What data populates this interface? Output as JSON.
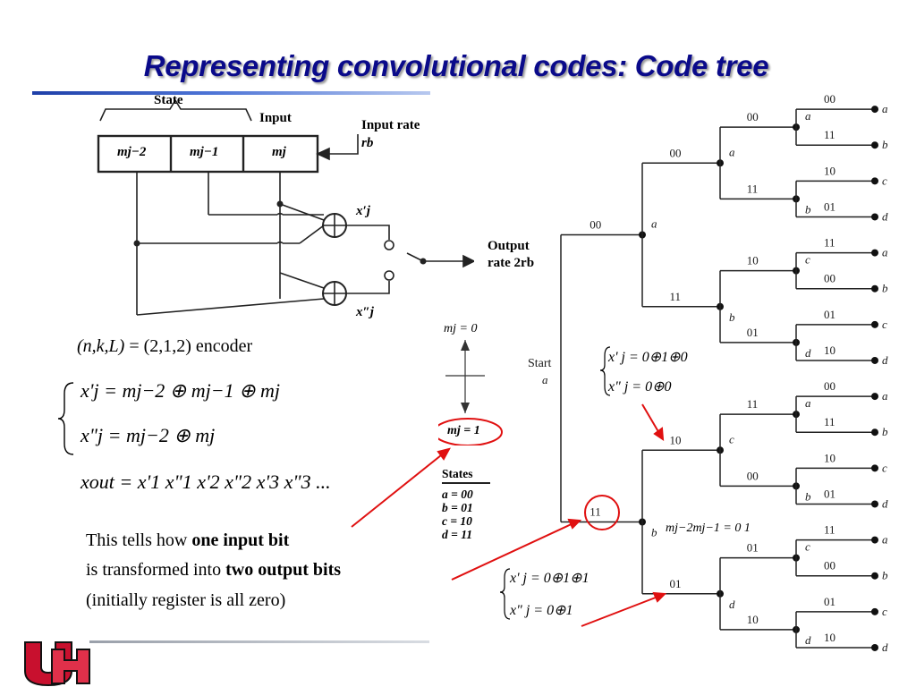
{
  "title": "Representing convolutional codes: Code tree",
  "encoder": {
    "state_label": "State",
    "input_label": "Input",
    "input_rate_label": "Input rate",
    "input_rate_symbol": "rb",
    "registers": [
      "mj−2",
      "mj−1",
      "mj"
    ],
    "out_top": "x′j",
    "out_bottom": "x″j",
    "output_label": "Output",
    "output_rate_label": "rate 2rb"
  },
  "equations": {
    "params_lhs": "(n,k,L)",
    "params_rhs": "= (2,1,2) encoder",
    "eq1_lhs": "x'j",
    "eq1_rhs": "= mj−2 ⊕ mj−1 ⊕ mj",
    "eq2_lhs": "x\"j",
    "eq2_rhs": "= mj−2 ⊕ mj",
    "eq3": "xout = x'1 x\"1 x'2 x\"2 x'3 x\"3 ..."
  },
  "input_axis": {
    "top": "mj = 0",
    "bottom": "mj = 1"
  },
  "states_box": {
    "title": "States",
    "items": [
      "a = 00",
      "b = 01",
      "c = 10",
      "d = 11"
    ]
  },
  "explanation": {
    "line1_prefix": "This tells how ",
    "line1_bold": "one input bit",
    "line2_prefix": "is transformed into ",
    "line2_bold": "two output bits",
    "line3": "(initially register is all zero)"
  },
  "annotations": {
    "top_x1": "x' j = 0⊕1⊕0",
    "top_x2": "x\" j = 0⊕0",
    "mid_state": "mj−2mj−1 = 0 1",
    "bot_x1": "x' j = 0⊕1⊕1",
    "bot_x2": "x\" j = 0⊕1"
  },
  "tree": {
    "start_label": "Start",
    "start_state": "a",
    "level1": [
      {
        "output": "00",
        "state": "a"
      },
      {
        "output": "11",
        "state": "b"
      }
    ],
    "level2": [
      {
        "output": "00",
        "state": "a"
      },
      {
        "output": "11",
        "state": "b"
      },
      {
        "output": "10",
        "state": "c"
      },
      {
        "output": "01",
        "state": "d"
      }
    ],
    "level3": [
      {
        "output": "00",
        "state": "a"
      },
      {
        "output": "11",
        "state": "b"
      },
      {
        "output": "10",
        "state": "c"
      },
      {
        "output": "01",
        "state": "d"
      },
      {
        "output": "11",
        "state": "a"
      },
      {
        "output": "00",
        "state": "b"
      },
      {
        "output": "01",
        "state": "c"
      },
      {
        "output": "10",
        "state": "d"
      }
    ],
    "level4": [
      {
        "output": "00",
        "state": "a"
      },
      {
        "output": "11",
        "state": "b"
      },
      {
        "output": "10",
        "state": "c"
      },
      {
        "output": "01",
        "state": "d"
      },
      {
        "output": "11",
        "state": "a"
      },
      {
        "output": "00",
        "state": "b"
      },
      {
        "output": "01",
        "state": "c"
      },
      {
        "output": "10",
        "state": "d"
      },
      {
        "output": "00",
        "state": "a"
      },
      {
        "output": "11",
        "state": "b"
      },
      {
        "output": "10",
        "state": "c"
      },
      {
        "output": "01",
        "state": "d"
      },
      {
        "output": "11",
        "state": "a"
      },
      {
        "output": "00",
        "state": "b"
      },
      {
        "output": "01",
        "state": "c"
      },
      {
        "output": "10",
        "state": "d"
      }
    ]
  },
  "logo_text": "UH",
  "colors": {
    "title": "#0a0a8a",
    "highlight": "#e01010",
    "logo": "#c8102e"
  }
}
